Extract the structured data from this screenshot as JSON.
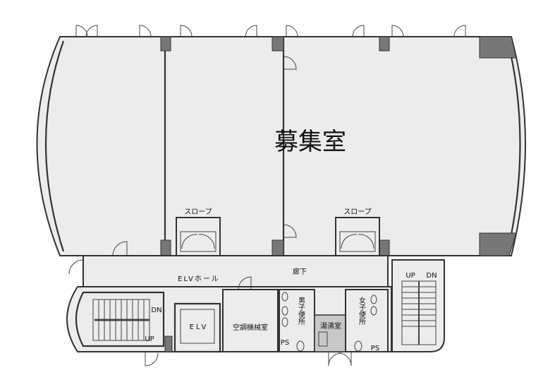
{
  "plan": {
    "vacant_label": "募集室",
    "slope_left": "スロープ",
    "slope_right": "スロープ",
    "elv_hall": "ELVホール",
    "corridor": "廊下",
    "stair_left_dn": "DN",
    "stair_left_up": "UP",
    "elevator": "ELV",
    "hvac_room": "空調機械室",
    "mens_toilet": "男子便所",
    "kitchenette": "湯沸室",
    "womens_toilet": "女子便所",
    "ps_left": "PS",
    "ps_right": "PS",
    "stair_right_up": "UP",
    "stair_right_dn": "DN"
  }
}
